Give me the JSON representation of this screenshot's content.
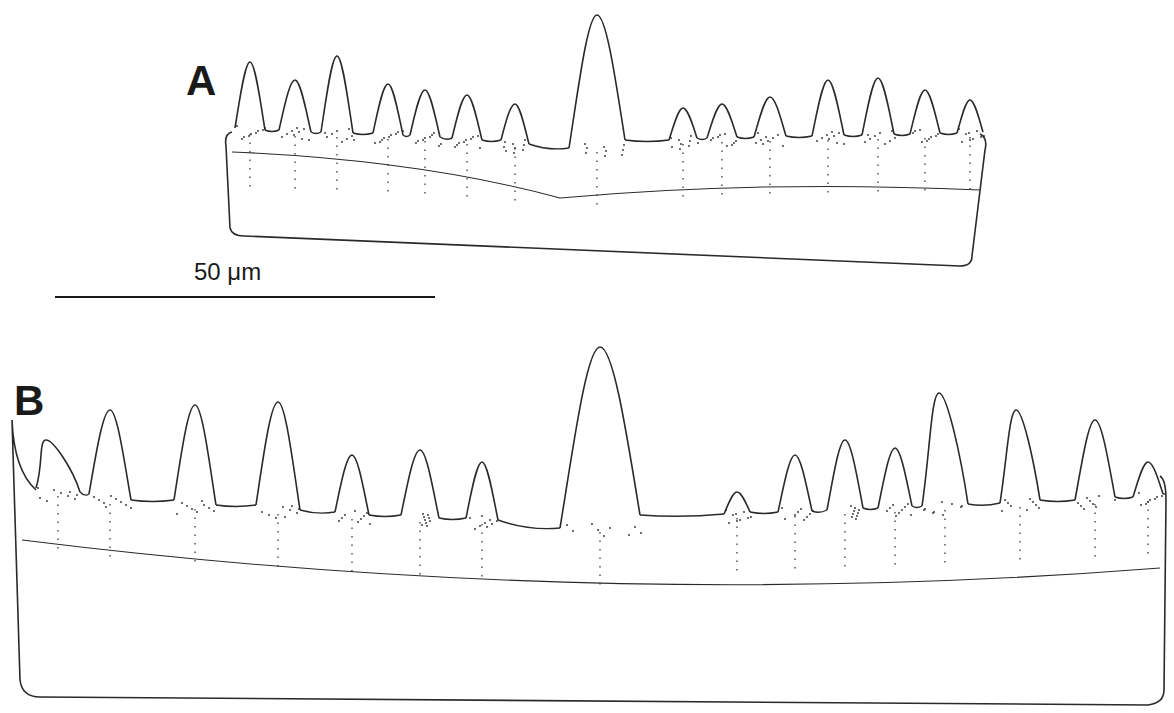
{
  "diagram": {
    "labels": [
      "A",
      "B",
      "50 μm"
    ]
  }
}
